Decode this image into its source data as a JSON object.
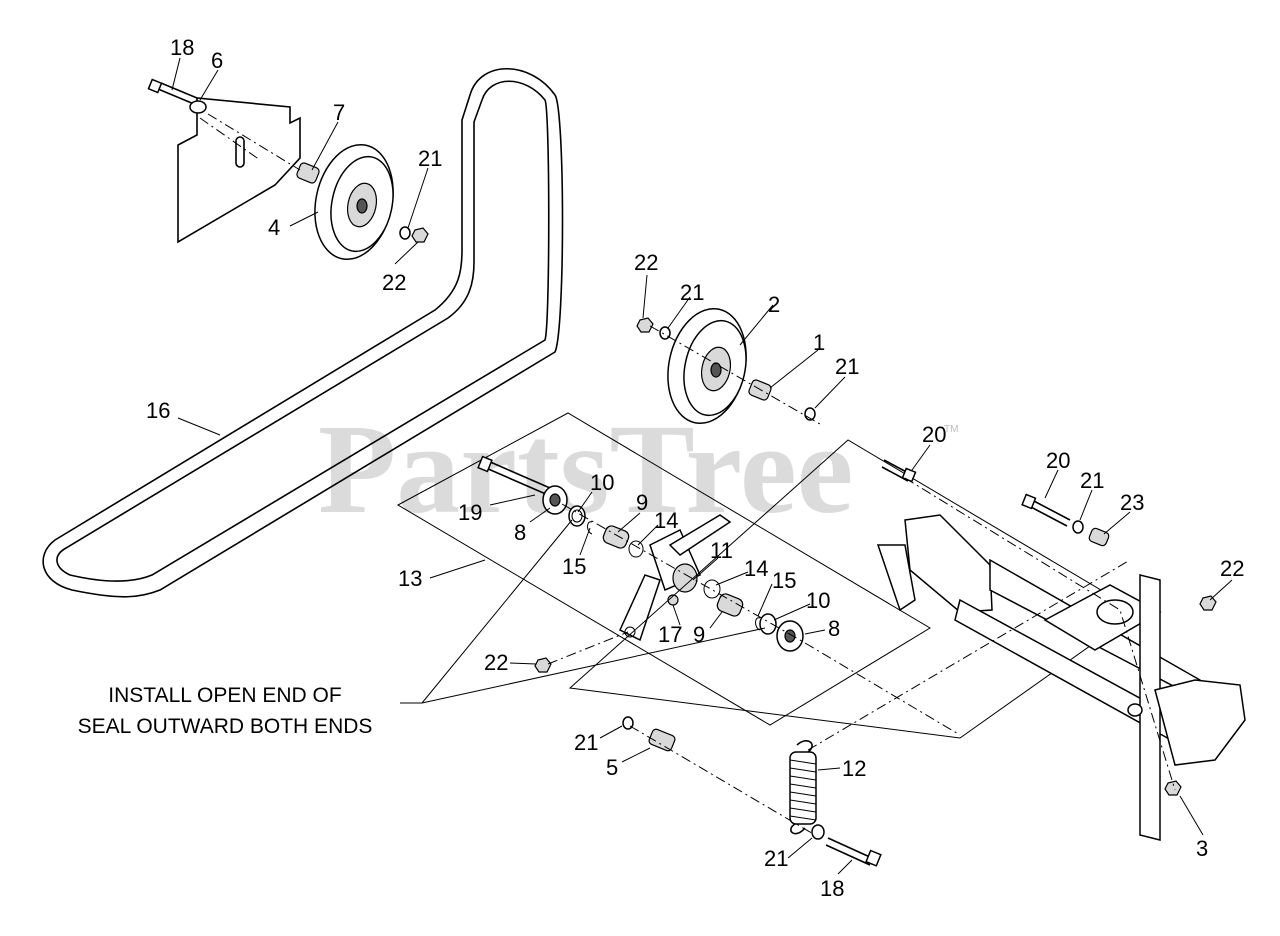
{
  "watermark": {
    "text": "PartsTree",
    "trademark": "TM"
  },
  "note": {
    "line1": "INSTALL OPEN END OF",
    "line2": "SEAL OUTWARD BOTH ENDS"
  },
  "callouts": {
    "c18_top": "18",
    "c6": "6",
    "c7": "7",
    "c21_top": "21",
    "c4": "4",
    "c22_top": "22",
    "c16": "16",
    "c22_mid": "22",
    "c21_mid": "21",
    "c2": "2",
    "c1": "1",
    "c21_right_of_1": "21",
    "c20_center": "20",
    "c20_right": "20",
    "c21_right": "21",
    "c23": "23",
    "c22_far_right": "22",
    "c19": "19",
    "c10_top": "10",
    "c9_top": "9",
    "c8_top": "8",
    "c15_top": "15",
    "c14_top": "14",
    "c13": "13",
    "c11": "11",
    "c14_mid": "14",
    "c15_mid": "15",
    "c10_mid": "10",
    "c9_mid": "9",
    "c17": "17",
    "c8_mid": "8",
    "c22_left": "22",
    "c21_low": "21",
    "c5": "5",
    "c12": "12",
    "c21_bottom": "21",
    "c18_bottom": "18",
    "c3": "3"
  }
}
